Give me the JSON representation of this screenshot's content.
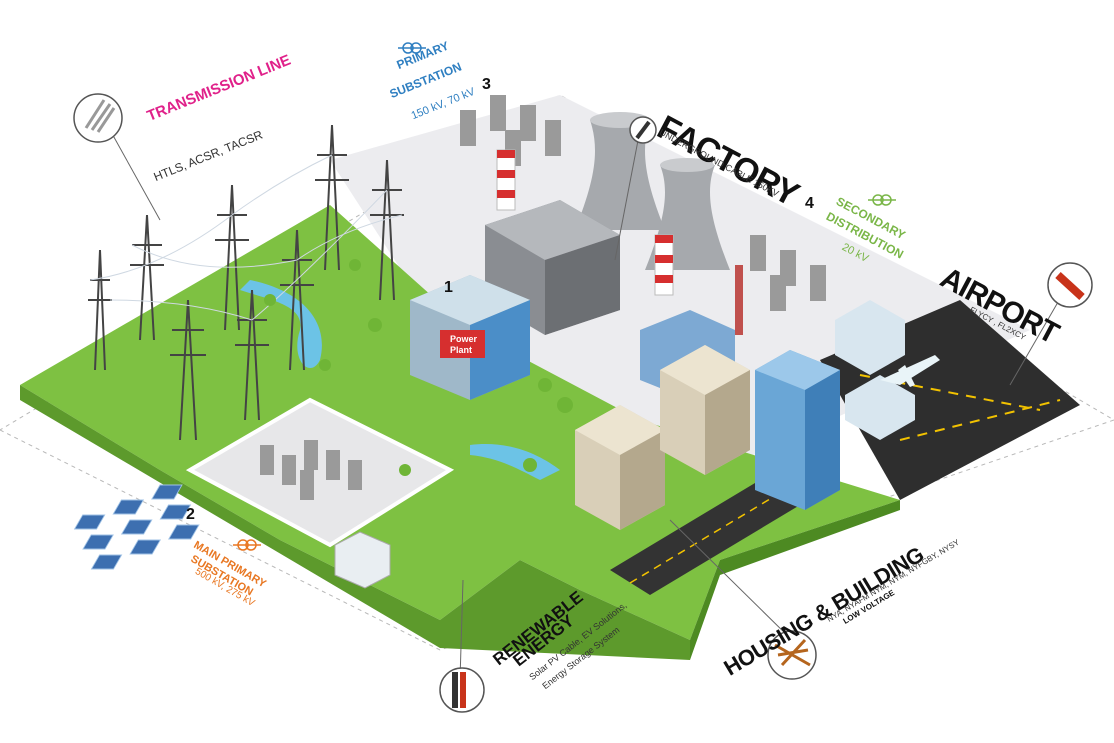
{
  "labels": {
    "transmission": {
      "title": "TRANSMISSION LINE",
      "sub": "HTLS, ACSR, TACSR",
      "color": "#e0218a"
    },
    "primary": {
      "title1": "PRIMARY",
      "title2": "SUBSTATION",
      "sub": "150 kV, 70 kV",
      "color": "#2f7fc1"
    },
    "factory": {
      "title": "FACTORY",
      "sub": "UNDERGROUND CABLE 150KV"
    },
    "secondary": {
      "title1": "SECONDARY",
      "title2": "DISTRIBUTION",
      "sub": "20 kV",
      "color": "#7ab648"
    },
    "airport": {
      "title": "AIRPORT",
      "sub": "FLYCY , FL2XCY"
    },
    "main_primary": {
      "title1": "MAIN PRIMARY",
      "title2": "SUBSTATION",
      "sub": "500 kV, 275 kV",
      "color": "#e87722"
    },
    "renewable": {
      "title1": "RENEWABLE",
      "title2": "ENERGY",
      "sub1": "Solar PV Cable, EV Solutions,",
      "sub2": "Energy Storage System"
    },
    "housing": {
      "title": "HOUSING & BUILDING",
      "sub1": "NYA, NYAFM NYM, NYM, NYFGBY, NYSY",
      "sub2": "LOW VOLTAGE"
    }
  },
  "numbers": {
    "n1": "1",
    "n2": "2",
    "n3": "3",
    "n4": "4"
  },
  "power_plant_sign": {
    "line1": "Power",
    "line2": "Plant"
  },
  "colors": {
    "grass": "#7ec142",
    "grass_dark": "#5d9a2c",
    "ground": "#e9e9ec",
    "road": "#333333",
    "water": "#6cc3e6",
    "tower": "#444444"
  }
}
